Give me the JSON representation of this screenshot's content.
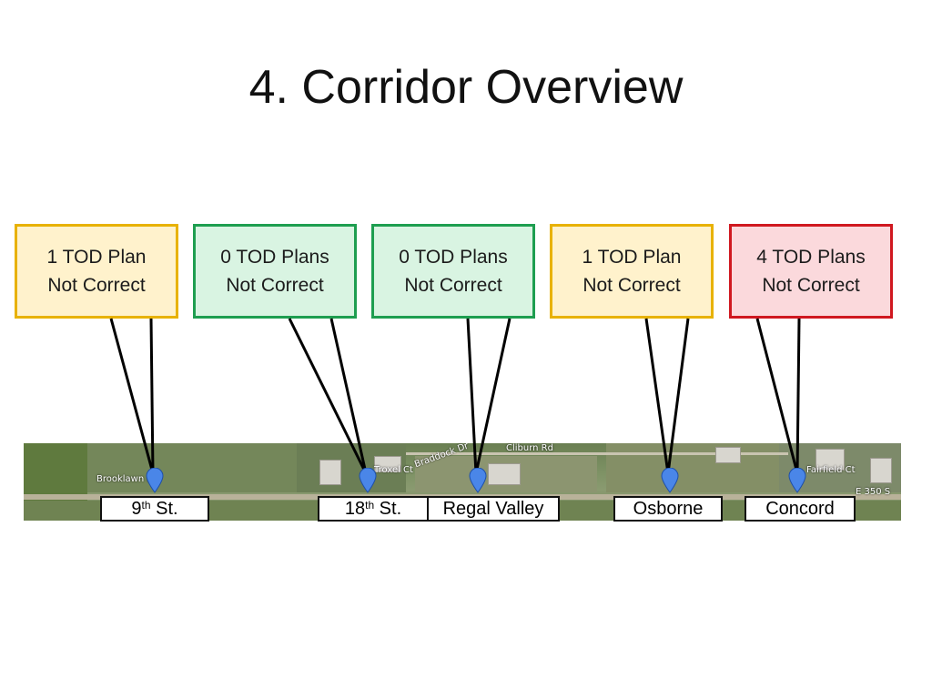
{
  "slide": {
    "title": "4. Corridor Overview"
  },
  "stations": [
    {
      "count": "1 TOD Plan",
      "status": "Not Correct",
      "color": "#e8b200",
      "name": "9",
      "suffix": "th",
      "after": " St."
    },
    {
      "count": "0 TOD Plans",
      "status": "Not Correct",
      "color": "#1e9e50",
      "name": "18",
      "suffix": "th",
      "after": " St."
    },
    {
      "count": "0 TOD Plans",
      "status": "Not Correct",
      "color": "#1e9e50",
      "name": "Regal Valley",
      "suffix": "",
      "after": ""
    },
    {
      "count": "1 TOD Plan",
      "status": "Not Correct",
      "color": "#e8b200",
      "name": "Osborne",
      "suffix": "",
      "after": ""
    },
    {
      "count": "4 TOD Plans",
      "status": "Not Correct",
      "color": "#d01820",
      "name": "Concord",
      "suffix": "",
      "after": ""
    }
  ],
  "map": {
    "streets": [
      "Brooklawn Dr",
      "Troxel Ct",
      "Braddock Dr",
      "Cliburn Rd",
      "Fairfield Ct",
      "E 350 S"
    ],
    "pin_color": "#4a86e8"
  }
}
